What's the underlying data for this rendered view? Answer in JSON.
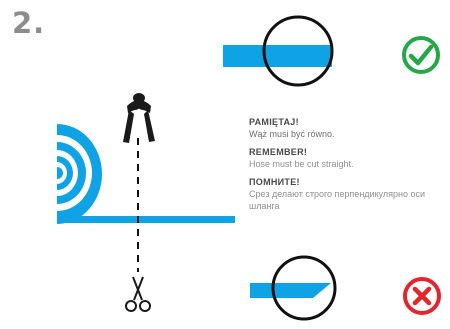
{
  "step_number": "2.",
  "notes": [
    {
      "heading": "PAMIĘTAJ!",
      "text": "Wąż musi być równo."
    },
    {
      "heading": "REMEMBER!",
      "text": "Hose must be cut straight."
    },
    {
      "heading": "ПОМНИТЕ!",
      "text": "Срез делают строго перпендикулярно оси шланга"
    }
  ],
  "icons": {
    "correct": "check-mark-icon",
    "incorrect": "cross-mark-icon",
    "tool": "hose-cutter-icon",
    "cut_marker": "scissors-icon"
  },
  "colors": {
    "hose_blue": "#0fa3e6",
    "correct_green": "#24a845",
    "incorrect_red": "#e4262c",
    "outline": "#111111",
    "step_number_gray": "#8d8d8d"
  }
}
